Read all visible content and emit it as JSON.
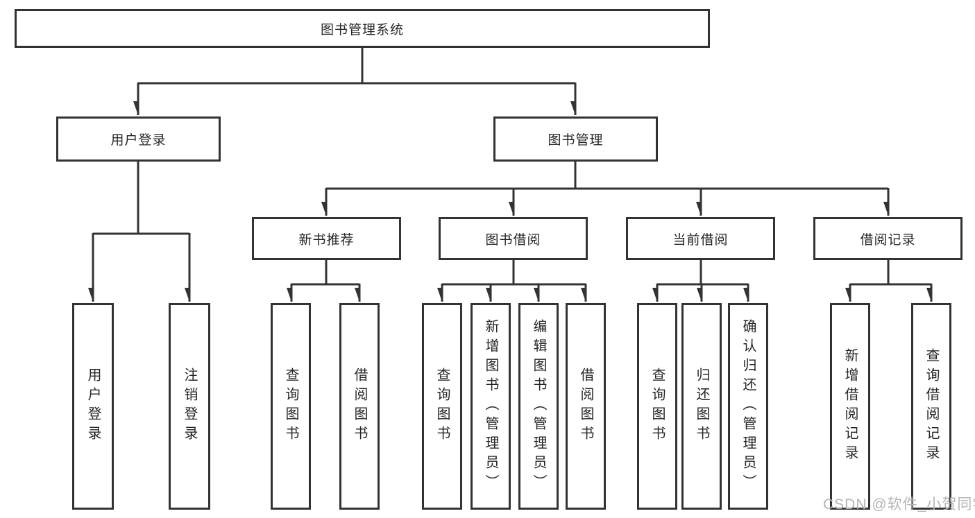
{
  "colors": {
    "line": "#333333",
    "text": "#262626",
    "watermark": "#b5b5b5",
    "background": "#ffffff"
  },
  "watermark": {
    "text": "CSDN @软件_小贺同学"
  },
  "diagram": {
    "type": "hierarchy-tree",
    "root": {
      "label": "图书管理系统"
    },
    "branches": [
      {
        "label": "用户登录",
        "children": [
          {
            "label": "用户登录"
          },
          {
            "label": "注销登录"
          }
        ]
      },
      {
        "label": "图书管理",
        "children": [
          {
            "label": "新书推荐",
            "children": [
              {
                "label": "查询图书"
              },
              {
                "label": "借阅图书"
              }
            ]
          },
          {
            "label": "图书借阅",
            "children": [
              {
                "label": "查询图书"
              },
              {
                "label": "新增图书（管理员）"
              },
              {
                "label": "编辑图书（管理员）"
              },
              {
                "label": "借阅图书"
              }
            ]
          },
          {
            "label": "当前借阅",
            "children": [
              {
                "label": "查询图书"
              },
              {
                "label": "归还图书"
              },
              {
                "label": "确认归还（管理员）"
              }
            ]
          },
          {
            "label": "借阅记录",
            "children": [
              {
                "label": "新增借阅记录"
              },
              {
                "label": "查询借阅记录"
              }
            ]
          }
        ]
      }
    ]
  }
}
